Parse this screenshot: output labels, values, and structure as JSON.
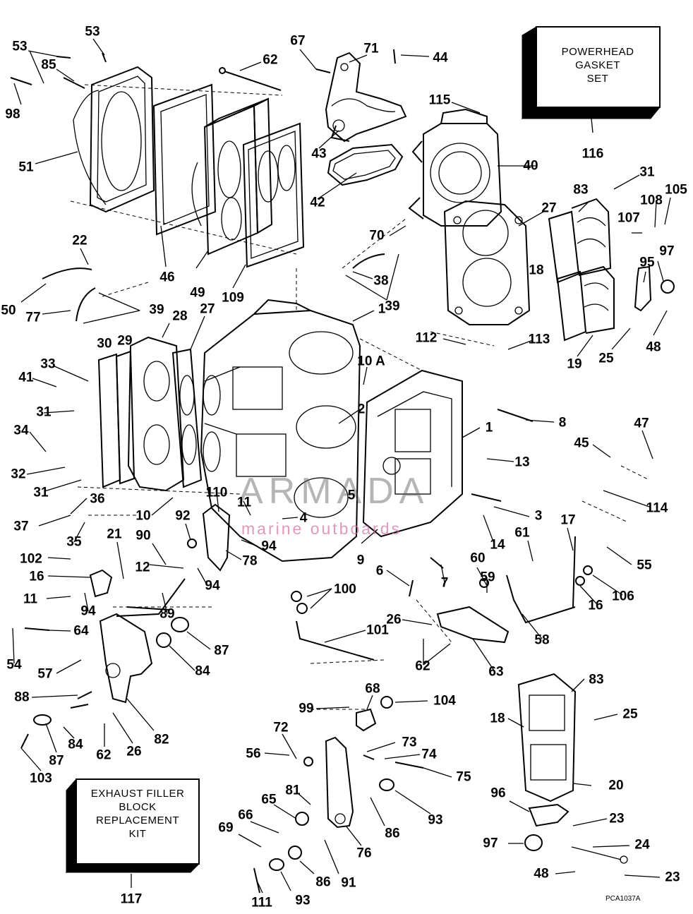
{
  "kits": {
    "powerhead": "POWERHEAD\nGASKET\nSET",
    "exhaust": "EXHAUST FILLER\nBLOCK\nREPLACEMENT\nKIT"
  },
  "watermark": {
    "brand": "ARMADA",
    "tagline": "marine outboards",
    "accent": "#d36aa0"
  },
  "drawing_code": "PCA1037A",
  "parts": [
    {
      "id": "p53a",
      "label": "53"
    },
    {
      "id": "p53b",
      "label": "53"
    },
    {
      "id": "p85",
      "label": "85"
    },
    {
      "id": "p98",
      "label": "98"
    },
    {
      "id": "p51",
      "label": "51"
    },
    {
      "id": "p62a",
      "label": "62"
    },
    {
      "id": "p67",
      "label": "67"
    },
    {
      "id": "p71",
      "label": "71"
    },
    {
      "id": "p44",
      "label": "44"
    },
    {
      "id": "p43",
      "label": "43"
    },
    {
      "id": "p42",
      "label": "42"
    },
    {
      "id": "p46",
      "label": "46"
    },
    {
      "id": "p49",
      "label": "49"
    },
    {
      "id": "p109",
      "label": "109"
    },
    {
      "id": "p115",
      "label": "115"
    },
    {
      "id": "p40",
      "label": "40"
    },
    {
      "id": "p27a",
      "label": "27"
    },
    {
      "id": "p116",
      "label": "116"
    },
    {
      "id": "p31a",
      "label": "31"
    },
    {
      "id": "p83a",
      "label": "83"
    },
    {
      "id": "p108",
      "label": "108"
    },
    {
      "id": "p105",
      "label": "105"
    },
    {
      "id": "p107",
      "label": "107"
    },
    {
      "id": "p97a",
      "label": "97"
    },
    {
      "id": "p18a",
      "label": "18"
    },
    {
      "id": "p95",
      "label": "95"
    },
    {
      "id": "p48a",
      "label": "48"
    },
    {
      "id": "p19",
      "label": "19"
    },
    {
      "id": "p25a",
      "label": "25"
    },
    {
      "id": "p70",
      "label": "70"
    },
    {
      "id": "p38",
      "label": "38"
    },
    {
      "id": "p39a",
      "label": "39"
    },
    {
      "id": "p22",
      "label": "22"
    },
    {
      "id": "p50",
      "label": "50"
    },
    {
      "id": "p39b",
      "label": "39"
    },
    {
      "id": "p77",
      "label": "77"
    },
    {
      "id": "p1a",
      "label": "1"
    },
    {
      "id": "p112",
      "label": "112"
    },
    {
      "id": "p113",
      "label": "113"
    },
    {
      "id": "p10a",
      "label": "10 A"
    },
    {
      "id": "p28",
      "label": "28"
    },
    {
      "id": "p27b",
      "label": "27"
    },
    {
      "id": "p30",
      "label": "30"
    },
    {
      "id": "p29",
      "label": "29"
    },
    {
      "id": "p33",
      "label": "33"
    },
    {
      "id": "p41",
      "label": "41"
    },
    {
      "id": "p31b",
      "label": "31"
    },
    {
      "id": "p2",
      "label": "2"
    },
    {
      "id": "p8",
      "label": "8"
    },
    {
      "id": "p1b",
      "label": "1"
    },
    {
      "id": "p34",
      "label": "34"
    },
    {
      "id": "p13",
      "label": "13"
    },
    {
      "id": "p45",
      "label": "45"
    },
    {
      "id": "p47",
      "label": "47"
    },
    {
      "id": "p32",
      "label": "32"
    },
    {
      "id": "p31c",
      "label": "31"
    },
    {
      "id": "p114",
      "label": "114"
    },
    {
      "id": "p10b",
      "label": "10"
    },
    {
      "id": "p110",
      "label": "110"
    },
    {
      "id": "p11a",
      "label": "11"
    },
    {
      "id": "p5",
      "label": "5"
    },
    {
      "id": "p4",
      "label": "4"
    },
    {
      "id": "p3",
      "label": "3"
    },
    {
      "id": "p36",
      "label": "36"
    },
    {
      "id": "p37",
      "label": "37"
    },
    {
      "id": "p35",
      "label": "35"
    },
    {
      "id": "p92",
      "label": "92"
    },
    {
      "id": "p94a",
      "label": "94"
    },
    {
      "id": "p14",
      "label": "14"
    },
    {
      "id": "p17",
      "label": "17"
    },
    {
      "id": "p61",
      "label": "61"
    },
    {
      "id": "p21",
      "label": "21"
    },
    {
      "id": "p90",
      "label": "90"
    },
    {
      "id": "p78",
      "label": "78"
    },
    {
      "id": "p9",
      "label": "9"
    },
    {
      "id": "p55",
      "label": "55"
    },
    {
      "id": "p102",
      "label": "102"
    },
    {
      "id": "p12",
      "label": "12"
    },
    {
      "id": "p60",
      "label": "60"
    },
    {
      "id": "p16a",
      "label": "16"
    },
    {
      "id": "p94b",
      "label": "94"
    },
    {
      "id": "p6",
      "label": "6"
    },
    {
      "id": "p7",
      "label": "7"
    },
    {
      "id": "p16b",
      "label": "16"
    },
    {
      "id": "p106",
      "label": "106"
    },
    {
      "id": "p100",
      "label": "100"
    },
    {
      "id": "p59",
      "label": "59"
    },
    {
      "id": "p11b",
      "label": "11"
    },
    {
      "id": "p94c",
      "label": "94"
    },
    {
      "id": "p89",
      "label": "89"
    },
    {
      "id": "p101",
      "label": "101"
    },
    {
      "id": "p26a",
      "label": "26"
    },
    {
      "id": "p58",
      "label": "58"
    },
    {
      "id": "p64",
      "label": "64"
    },
    {
      "id": "p54",
      "label": "54"
    },
    {
      "id": "p87a",
      "label": "87"
    },
    {
      "id": "p84a",
      "label": "84"
    },
    {
      "id": "p62b",
      "label": "62"
    },
    {
      "id": "p63",
      "label": "63"
    },
    {
      "id": "p57",
      "label": "57"
    },
    {
      "id": "p83b",
      "label": "83"
    },
    {
      "id": "p88",
      "label": "88"
    },
    {
      "id": "p68",
      "label": "68"
    },
    {
      "id": "p104",
      "label": "104"
    },
    {
      "id": "p99",
      "label": "99"
    },
    {
      "id": "p18b",
      "label": "18"
    },
    {
      "id": "p25b",
      "label": "25"
    },
    {
      "id": "p82",
      "label": "82"
    },
    {
      "id": "p84b",
      "label": "84"
    },
    {
      "id": "p87b",
      "label": "87"
    },
    {
      "id": "p72",
      "label": "72"
    },
    {
      "id": "p73",
      "label": "73"
    },
    {
      "id": "p56",
      "label": "56"
    },
    {
      "id": "p74",
      "label": "74"
    },
    {
      "id": "p62c",
      "label": "62"
    },
    {
      "id": "p26b",
      "label": "26"
    },
    {
      "id": "p103",
      "label": "103"
    },
    {
      "id": "p75",
      "label": "75"
    },
    {
      "id": "p20",
      "label": "20"
    },
    {
      "id": "p81",
      "label": "81"
    },
    {
      "id": "p96",
      "label": "96"
    },
    {
      "id": "p65",
      "label": "65"
    },
    {
      "id": "p93a",
      "label": "93"
    },
    {
      "id": "p66",
      "label": "66"
    },
    {
      "id": "p86a",
      "label": "86"
    },
    {
      "id": "p23a",
      "label": "23"
    },
    {
      "id": "p69",
      "label": "69"
    },
    {
      "id": "p76",
      "label": "76"
    },
    {
      "id": "p97b",
      "label": "97"
    },
    {
      "id": "p24",
      "label": "24"
    },
    {
      "id": "p91",
      "label": "91"
    },
    {
      "id": "p48b",
      "label": "48"
    },
    {
      "id": "p23b",
      "label": "23"
    },
    {
      "id": "p86b",
      "label": "86"
    },
    {
      "id": "p111",
      "label": "111"
    },
    {
      "id": "p93b",
      "label": "93"
    },
    {
      "id": "p117",
      "label": "117"
    }
  ]
}
